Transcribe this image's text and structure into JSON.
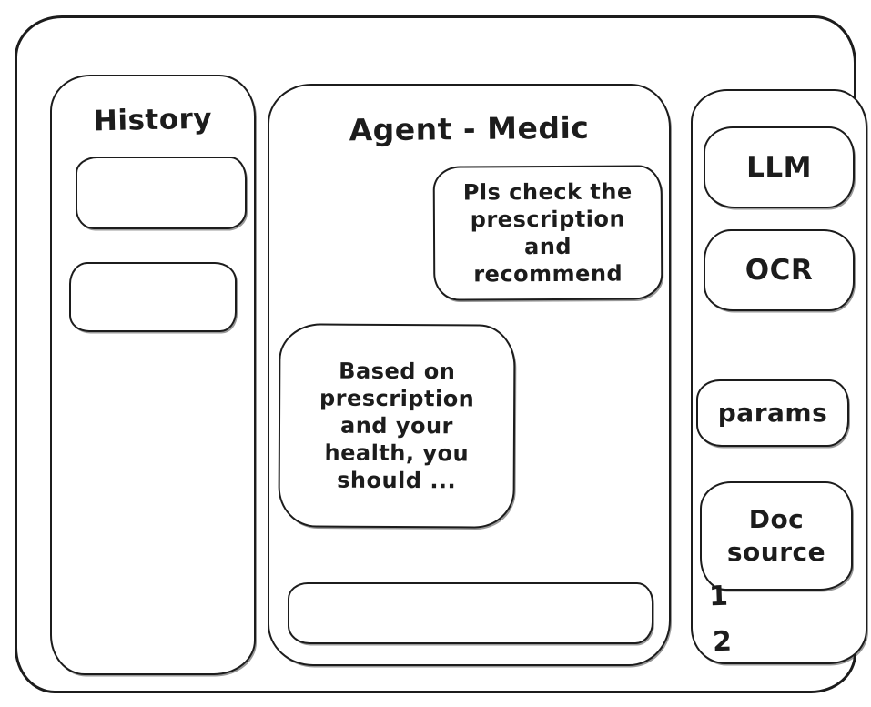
{
  "window": {
    "background": "#ffffff",
    "ink": "#1c1c1c"
  },
  "sidebar_left": {
    "title": "History",
    "items": [
      "",
      ""
    ]
  },
  "chat": {
    "title": "Agent - Medic",
    "messages": [
      {
        "role": "user",
        "text": "Pls check the prescription and recommend"
      },
      {
        "role": "assistant",
        "text": "Based on prescription and your health, you should ..."
      }
    ],
    "input": {
      "value": "",
      "placeholder": ""
    }
  },
  "sidebar_right": {
    "buttons": [
      {
        "label": "LLM"
      },
      {
        "label": "OCR"
      },
      {
        "label": "params"
      },
      {
        "label": "Doc source"
      }
    ],
    "doc_sources": [
      "1",
      "2"
    ]
  }
}
